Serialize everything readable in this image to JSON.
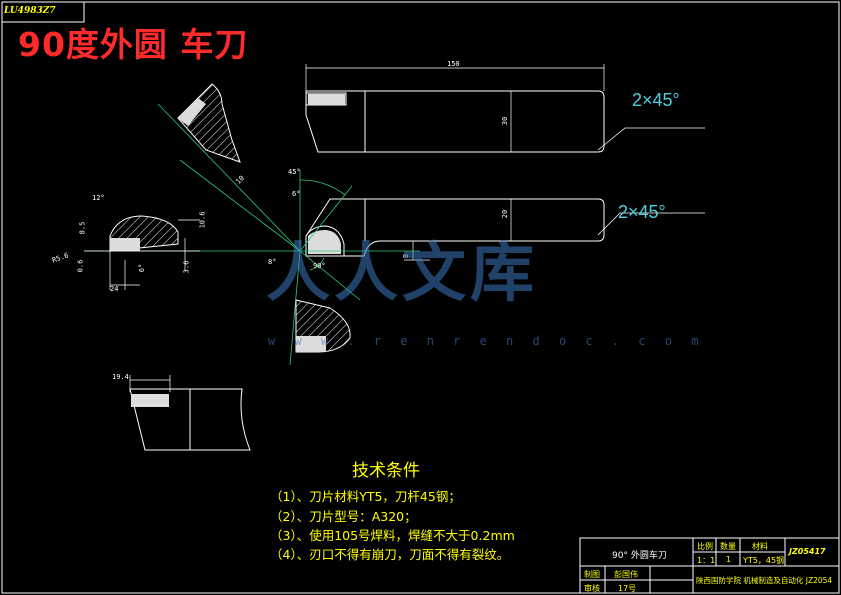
{
  "drawing": {
    "stamp": "LU4983Z7",
    "title": "90度外圆 车刀",
    "chamfer_labels": [
      "2×45°",
      "2×45°"
    ],
    "dimensions": {
      "overall_length": "150",
      "shank_height": "30",
      "shank_width": "20",
      "insert_length": "19.4",
      "angle_45": "45°",
      "angle_6a": "6°",
      "angle_6b": "6°",
      "angle_90": "90°",
      "angle_8": "8°",
      "angle_12": "12°",
      "dim_10": "10",
      "dim_8_5": "8.5",
      "dim_10_6": "10.6",
      "dim_R5_6": "R5.6",
      "dim_0_6": "0.6",
      "dim_3_6": "3.6",
      "dim_24": "24",
      "dim_6_side": "6°",
      "dim_8_side": "8"
    }
  },
  "requirements": {
    "title": "技术条件",
    "lines": [
      "（1）、刀片材料YT5，刀杆45钢；",
      "（2）、刀片型号：A320；",
      "（3）、使用105号焊料，焊缝不大于0.2mm",
      "（4）、刃口不得有崩刀，刀面不得有裂纹。"
    ]
  },
  "title_block": {
    "part_name": "90° 外圆车刀",
    "col_scale": "比例",
    "col_qty": "数量",
    "col_material": "材料",
    "scale": "1：1",
    "qty": "1",
    "material": "YT5，45钢",
    "drawing_no": "JZ05417",
    "designer_label": "制图",
    "designer": "彭国伟",
    "reviewer_label": "审核",
    "reviewer": "17号",
    "school": "陕西国防学院  机械制造及自动化 JZ2054"
  },
  "watermark": {
    "text": "人人文库",
    "url": "w w w . r e n r e n d o c . c o m"
  }
}
